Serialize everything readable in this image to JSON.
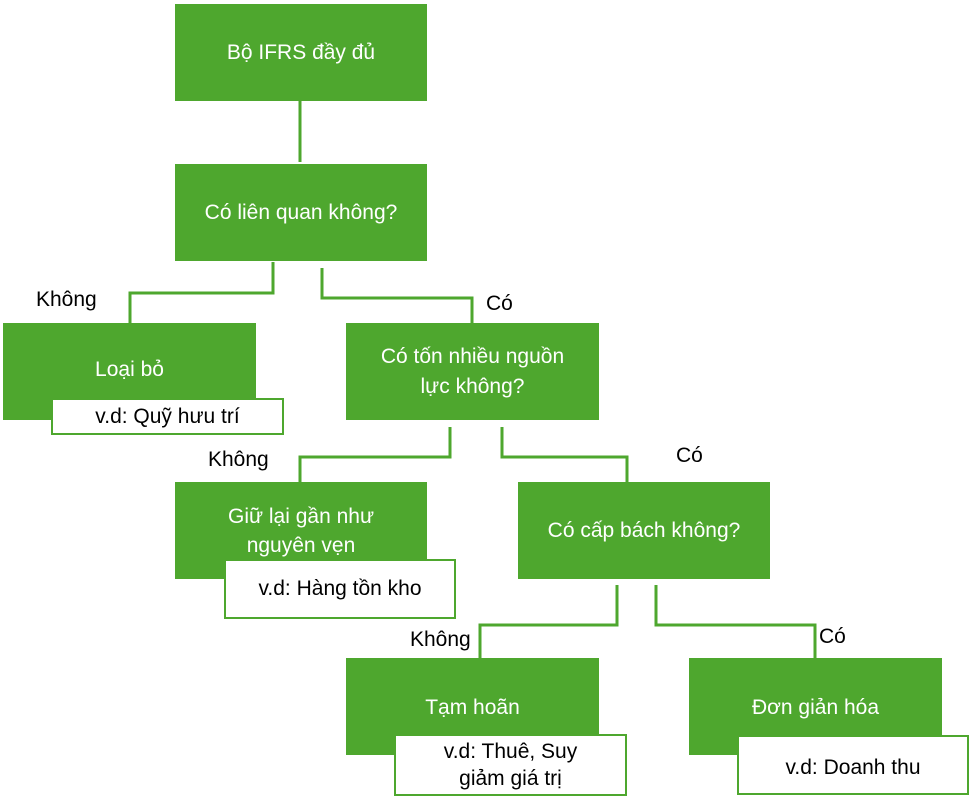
{
  "colors": {
    "node_fill": "#4ea72e",
    "node_text": "#ffffff",
    "connector": "#4ea72e",
    "example_border": "#4ea72e"
  },
  "nodes": {
    "root": "Bộ IFRS đầy đủ",
    "relevant": "Có liên quan không?",
    "remove": "Loại bỏ",
    "costly": "Có tốn nhiều nguồn lực không?",
    "keep": "Giữ lại gần như nguyên vẹn",
    "urgent": "Có cấp bách không?",
    "defer": "Tạm hoãn",
    "simplify": "Đơn giản hóa"
  },
  "examples": {
    "remove": "v.d: Quỹ hưu trí",
    "keep": "v.d: Hàng tồn kho",
    "defer": "v.d: Thuê, Suy giảm giá trị",
    "simplify": "v.d: Doanh thu"
  },
  "edge_labels": {
    "relevant_no": "Không",
    "relevant_yes": "Có",
    "costly_no": "Không",
    "costly_yes": "Có",
    "urgent_no": "Không",
    "urgent_yes": "Có"
  }
}
